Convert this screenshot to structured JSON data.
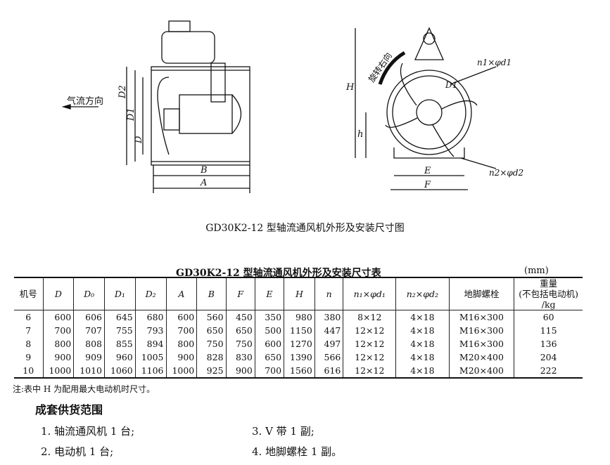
{
  "drawing": {
    "left_labels": {
      "airflow": "气流方向",
      "D2": "D2",
      "D1": "D1",
      "D": "D",
      "B": "B",
      "A": "A"
    },
    "right_labels": {
      "H": "H",
      "h": "h",
      "rotation": "旋转右向",
      "D1": "D1",
      "n1": "n1×φd1",
      "E": "E",
      "F": "F",
      "n2": "n2×φd2"
    }
  },
  "caption": "GD30K2-12 型轴流通风机外形及安装尺寸图",
  "table": {
    "title": "GD30K2-12 型轴流通风机外形及安装尺寸表",
    "unit": "(mm)",
    "headers": [
      "机号",
      "D",
      "D₀",
      "D₁",
      "D₂",
      "A",
      "B",
      "F",
      "E",
      "H",
      "n",
      "n₁×φd₁",
      "n₂×φd₂",
      "地脚螺栓",
      "重量\n(不包括电动机)\n/kg"
    ],
    "rows": [
      [
        "6",
        "600",
        "606",
        "645",
        "680",
        "600",
        "560",
        "450",
        "350",
        "980",
        "380",
        "8×12",
        "4×18",
        "M16×300",
        "60"
      ],
      [
        "7",
        "700",
        "707",
        "755",
        "793",
        "700",
        "650",
        "650",
        "500",
        "1150",
        "447",
        "12×12",
        "4×18",
        "M16×300",
        "115"
      ],
      [
        "8",
        "800",
        "808",
        "855",
        "894",
        "800",
        "750",
        "750",
        "600",
        "1270",
        "497",
        "12×12",
        "4×18",
        "M16×300",
        "136"
      ],
      [
        "9",
        "900",
        "909",
        "960",
        "1005",
        "900",
        "828",
        "830",
        "650",
        "1390",
        "566",
        "12×12",
        "4×18",
        "M20×400",
        "204"
      ],
      [
        "10",
        "1000",
        "1010",
        "1060",
        "1106",
        "1000",
        "925",
        "900",
        "700",
        "1560",
        "616",
        "12×12",
        "4×18",
        "M20×400",
        "222"
      ]
    ]
  },
  "note": "注:表中 H 为配用最大电动机时尺寸。",
  "supply": {
    "heading": "成套供货范围",
    "items": [
      "1. 轴流通风机 1 台;",
      "2. 电动机 1 台;",
      "3. V 带 1 副;",
      "4. 地脚螺栓 1 副。"
    ]
  }
}
